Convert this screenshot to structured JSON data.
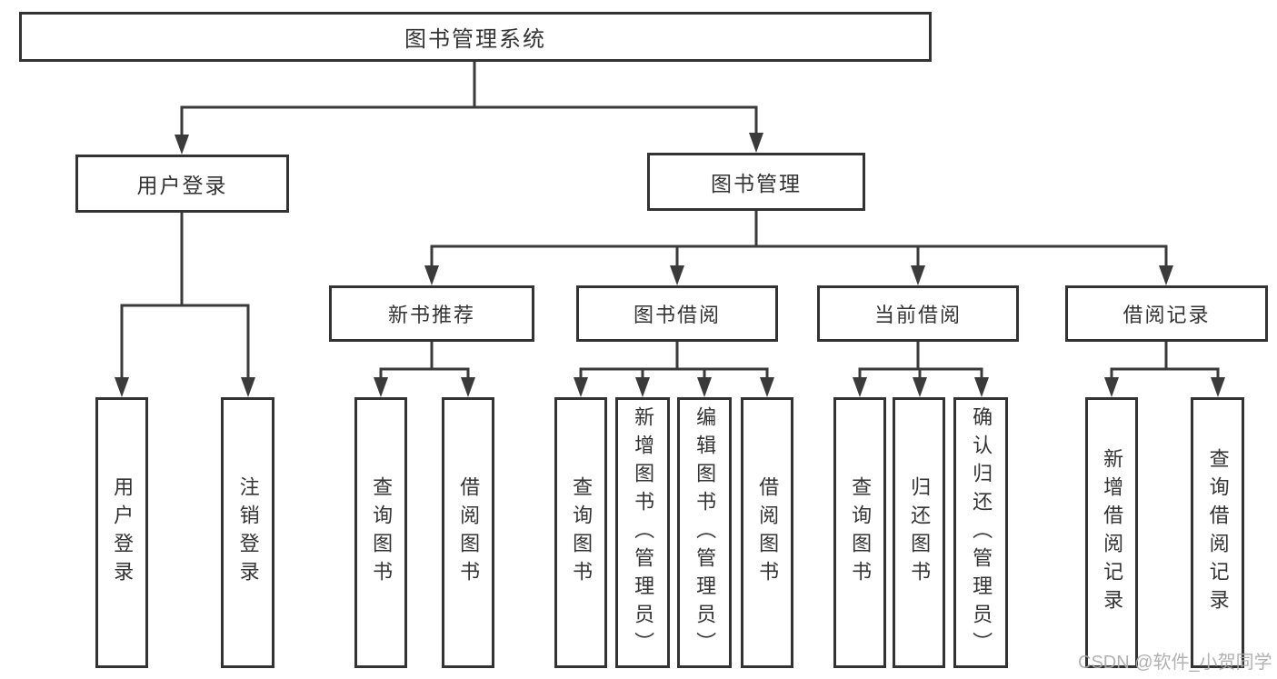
{
  "colors": {
    "line": "#3a3a3a",
    "box_border": "#333333",
    "text": "#333333",
    "watermark": "#ababab",
    "background": "#ffffff"
  },
  "diagram": {
    "root": {
      "label": "图书管理系统"
    },
    "level2": [
      {
        "label": "用户登录",
        "children": [
          {
            "label": "用户登录"
          },
          {
            "label": "注销登录"
          }
        ]
      },
      {
        "label": "图书管理",
        "children": [
          {
            "label": "新书推荐",
            "children": [
              {
                "label": "查询图书"
              },
              {
                "label": "借阅图书"
              }
            ]
          },
          {
            "label": "图书借阅",
            "children": [
              {
                "label": "查询图书"
              },
              {
                "label": "新增图书（管理员）"
              },
              {
                "label": "编辑图书（管理员）"
              },
              {
                "label": "借阅图书"
              }
            ]
          },
          {
            "label": "当前借阅",
            "children": [
              {
                "label": "查询图书"
              },
              {
                "label": "归还图书"
              },
              {
                "label": "确认归还（管理员）"
              }
            ]
          },
          {
            "label": "借阅记录",
            "children": [
              {
                "label": "新增借阅记录"
              },
              {
                "label": "查询借阅记录"
              }
            ]
          }
        ]
      }
    ]
  },
  "watermark": {
    "text": "CSDN @软件_小贺同学"
  }
}
